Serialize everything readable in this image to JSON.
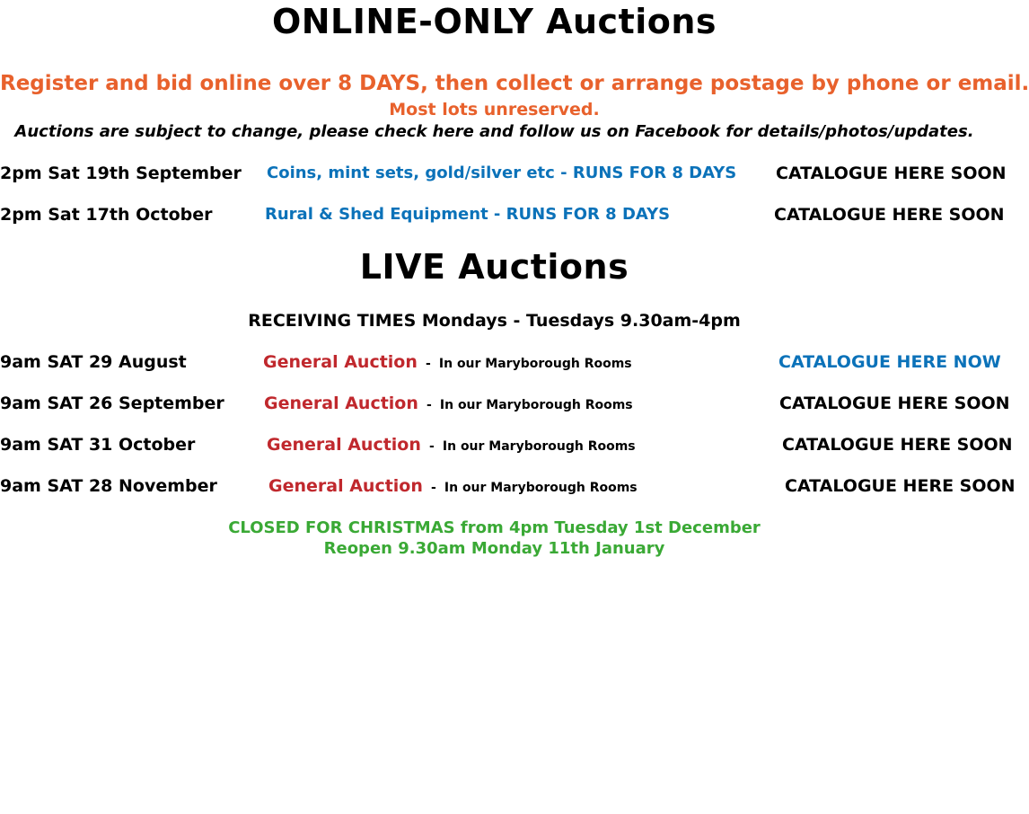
{
  "online": {
    "title": "ONLINE-ONLY Auctions",
    "intro_line1": "Register and bid online over 8 DAYS, then collect or arrange postage by phone or email.",
    "intro_line2": "Most lots unreserved.",
    "intro_line3": "Auctions are subject to change, please check here and follow us on Facebook for details/photos/updates.",
    "auctions": [
      {
        "date": "2pm Sat 19th September",
        "description": "Coins, mint sets, gold/silver etc - RUNS FOR 8 DAYS",
        "catalogue": "CATALOGUE HERE SOON"
      },
      {
        "date": "2pm Sat 17th October",
        "description": "Rural & Shed Equipment - RUNS FOR 8 DAYS",
        "catalogue": "CATALOGUE HERE SOON"
      }
    ]
  },
  "live": {
    "title": "LIVE Auctions",
    "receiving_times": "RECEIVING TIMES Mondays - Tuesdays 9.30am-4pm",
    "auctions": [
      {
        "date": "9am SAT 29 August",
        "name": "General Auction",
        "separator": "-",
        "location": "In our Maryborough Rooms",
        "catalogue": "CATALOGUE HERE NOW"
      },
      {
        "date": "9am SAT 26 September",
        "name": "General Auction",
        "separator": "-",
        "location": "In our Maryborough Rooms",
        "catalogue": "CATALOGUE HERE SOON"
      },
      {
        "date": "9am SAT 31 October",
        "name": "General Auction",
        "separator": "-",
        "location": "In our Maryborough Rooms",
        "catalogue": "CATALOGUE HERE SOON"
      },
      {
        "date": "9am SAT 28 November",
        "name": "General Auction",
        "separator": "-",
        "location": "In our Maryborough Rooms",
        "catalogue": "CATALOGUE HERE SOON"
      }
    ],
    "closed_line1": "CLOSED FOR CHRISTMAS from 4pm Tuesday 1st December",
    "closed_line2": "Reopen 9.30am Monday 11th January"
  },
  "colors": {
    "orange": "#e8612c",
    "blue": "#0b72b9",
    "red": "#c0282d",
    "green": "#3aa935"
  }
}
